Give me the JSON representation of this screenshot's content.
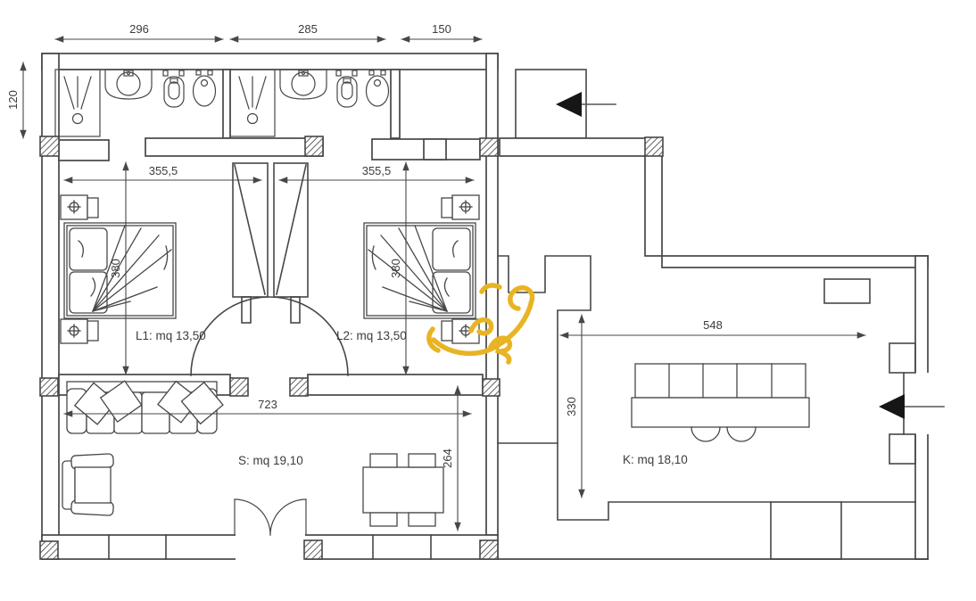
{
  "plan": {
    "title_hint": "apartment floor plan drawing",
    "rooms": {
      "l1": "L1: mq 13,50",
      "l2": "L2: mq 13,50",
      "s": "S: mq 19,10",
      "k": "K: mq 18,10"
    },
    "dims": {
      "bath1_width": "296",
      "bath2_width": "285",
      "entry_width": "150",
      "shower_depth": "120",
      "bedroom1_width": "355,5",
      "bedroom2_width": "355,5",
      "bedroom1_depth": "380",
      "bedroom2_depth": "380",
      "living_width": "723",
      "living_depth": "264",
      "kitchen_depth": "330",
      "kitchen_width": "548"
    },
    "icons": {
      "entry_arrow_top": "black-left-arrow",
      "entry_arrow_right": "black-left-arrow",
      "watermark": "gold-swirl-logo"
    },
    "colors": {
      "line": "#474747",
      "text": "#3c3c3c",
      "logo_gold": "#e9b424",
      "entry_arrow": "#161616",
      "wall_fill": "#ffffff"
    }
  }
}
